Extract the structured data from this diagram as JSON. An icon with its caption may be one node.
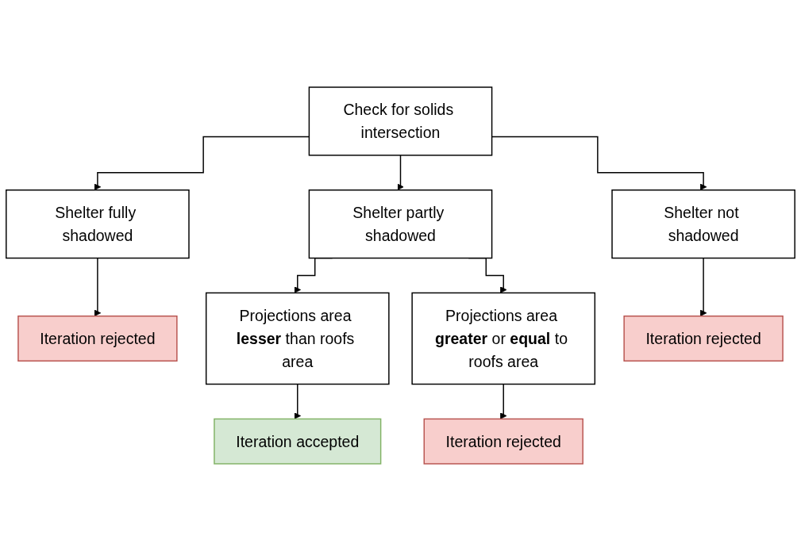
{
  "diagram": {
    "nodes": [
      {
        "text": [
          "Check for solids intersection"
        ]
      },
      {
        "text": [
          "Shelter fully shadowed"
        ]
      },
      {
        "text": [
          "Shelter partly shadowed"
        ]
      },
      {
        "text": [
          "Shelter not shadowed"
        ]
      },
      {
        "text": [
          "Iteration rejected"
        ]
      },
      {
        "text": [
          "Projections area **lesser** than roofs area"
        ]
      },
      {
        "text": [
          "Projections area **greater** or **equal** to roofs area"
        ]
      },
      {
        "text": [
          "Iteration rejected"
        ]
      },
      {
        "text": [
          "Iteration accepted"
        ]
      },
      {
        "text": [
          "Iteration rejected"
        ]
      }
    ],
    "edges": [
      {
        "from": 0,
        "to": 1,
        "arrow": "to"
      },
      {
        "from": 0,
        "to": 2,
        "arrow": "to"
      },
      {
        "from": 0,
        "to": 3,
        "arrow": "to"
      },
      {
        "from": 1,
        "to": 4,
        "arrow": "to"
      },
      {
        "from": 2,
        "to": 5,
        "arrow": "to"
      },
      {
        "from": 2,
        "to": 6,
        "arrow": "to"
      },
      {
        "from": 3,
        "to": 7,
        "arrow": "to"
      },
      {
        "from": 5,
        "to": 8,
        "arrow": "to"
      },
      {
        "from": 6,
        "to": 9,
        "arrow": "to"
      }
    ]
  }
}
